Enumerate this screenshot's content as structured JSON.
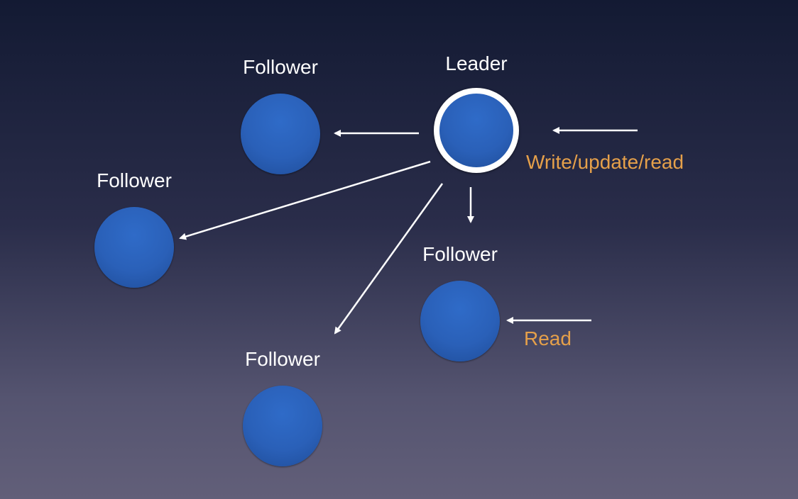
{
  "diagram": {
    "leader": {
      "label": "Leader"
    },
    "followers": [
      {
        "id": "f-top",
        "label": "Follower"
      },
      {
        "id": "f-left",
        "label": "Follower"
      },
      {
        "id": "f-right",
        "label": "Follower"
      },
      {
        "id": "f-bottom",
        "label": "Follower"
      }
    ],
    "annotations": {
      "leader_input": "Write/update/read",
      "follower_input": "Read"
    },
    "colors": {
      "node": "#2a60b8",
      "leader_ring": "#ffffff",
      "annotation": "#e5a04a",
      "arrow": "#ffffff"
    }
  }
}
